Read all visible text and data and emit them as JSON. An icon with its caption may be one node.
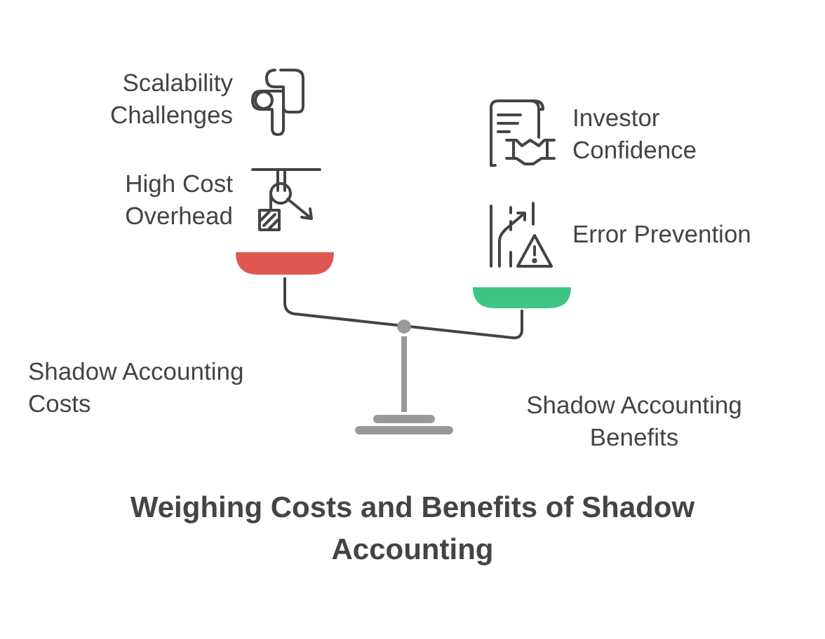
{
  "diagram": {
    "title": "Weighing Costs and Benefits of Shadow Accounting",
    "labels": [
      "Scalability Challenges",
      "Investor Confidence",
      "High Cost Overhead",
      "Error Prevention",
      "Shadow Accounting Costs",
      "Shadow Accounting Benefits"
    ]
  }
}
